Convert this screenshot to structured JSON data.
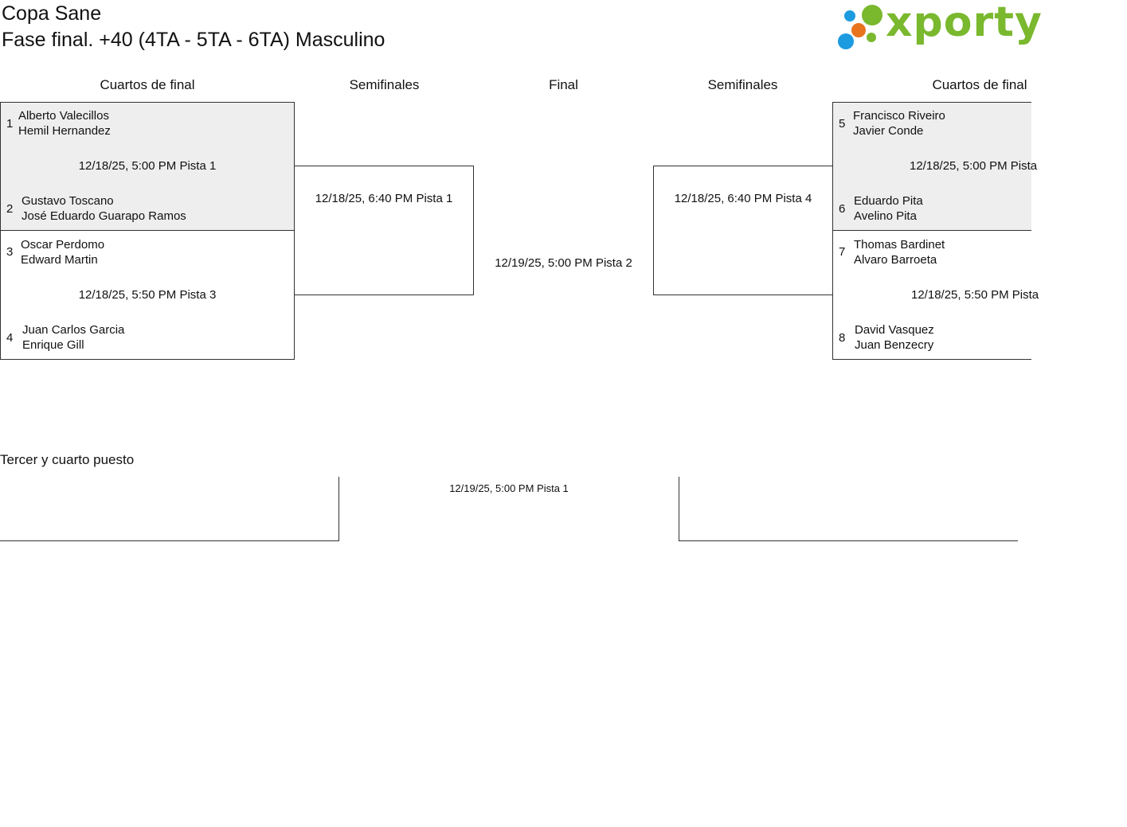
{
  "header": {
    "title": "Copa Sane",
    "subtitle": "Fase final. +40 (4TA - 5TA - 6TA) Masculino",
    "logo_text": "xporty",
    "logo_colors": {
      "green": "#7ab82e",
      "blue": "#1d9be0",
      "orange": "#e8741e"
    }
  },
  "columns": [
    "Cuartos de final",
    "Semifinales",
    "Final",
    "Semifinales",
    "Cuartos de final"
  ],
  "quarterfinals_left": [
    {
      "top_seed": "1",
      "top_players": [
        "Alberto Valecillos",
        "Hemil Hernandez"
      ],
      "schedule": "12/18/25, 5:00 PM Pista 1",
      "bottom_seed": "2",
      "bottom_players": [
        "Gustavo Toscano",
        "José Eduardo Guarapo Ramos"
      ]
    },
    {
      "top_seed": "3",
      "top_players": [
        "Oscar Perdomo",
        "Edward Martin"
      ],
      "schedule": "12/18/25, 5:50 PM Pista 3",
      "bottom_seed": "4",
      "bottom_players": [
        "Juan Carlos Garcia",
        "Enrique Gill"
      ]
    }
  ],
  "quarterfinals_right": [
    {
      "top_seed": "5",
      "top_players": [
        "Francisco Riveiro",
        "Javier Conde"
      ],
      "schedule": "12/18/25, 5:00 PM Pista",
      "bottom_seed": "6",
      "bottom_players": [
        "Eduardo Pita",
        "Avelino Pita"
      ]
    },
    {
      "top_seed": "7",
      "top_players": [
        "Thomas Bardinet",
        "Alvaro Barroeta"
      ],
      "schedule": "12/18/25, 5:50 PM Pista",
      "bottom_seed": "8",
      "bottom_players": [
        "David Vasquez",
        "Juan Benzecry"
      ]
    }
  ],
  "semifinal_left": {
    "schedule": "12/18/25, 6:40 PM Pista 1"
  },
  "semifinal_right": {
    "schedule": "12/18/25, 6:40 PM Pista 4"
  },
  "final": {
    "schedule": "12/19/25, 5:00 PM Pista 2"
  },
  "third_place": {
    "title": "Tercer y cuarto puesto",
    "schedule": "12/19/25, 5:00 PM Pista 1"
  }
}
